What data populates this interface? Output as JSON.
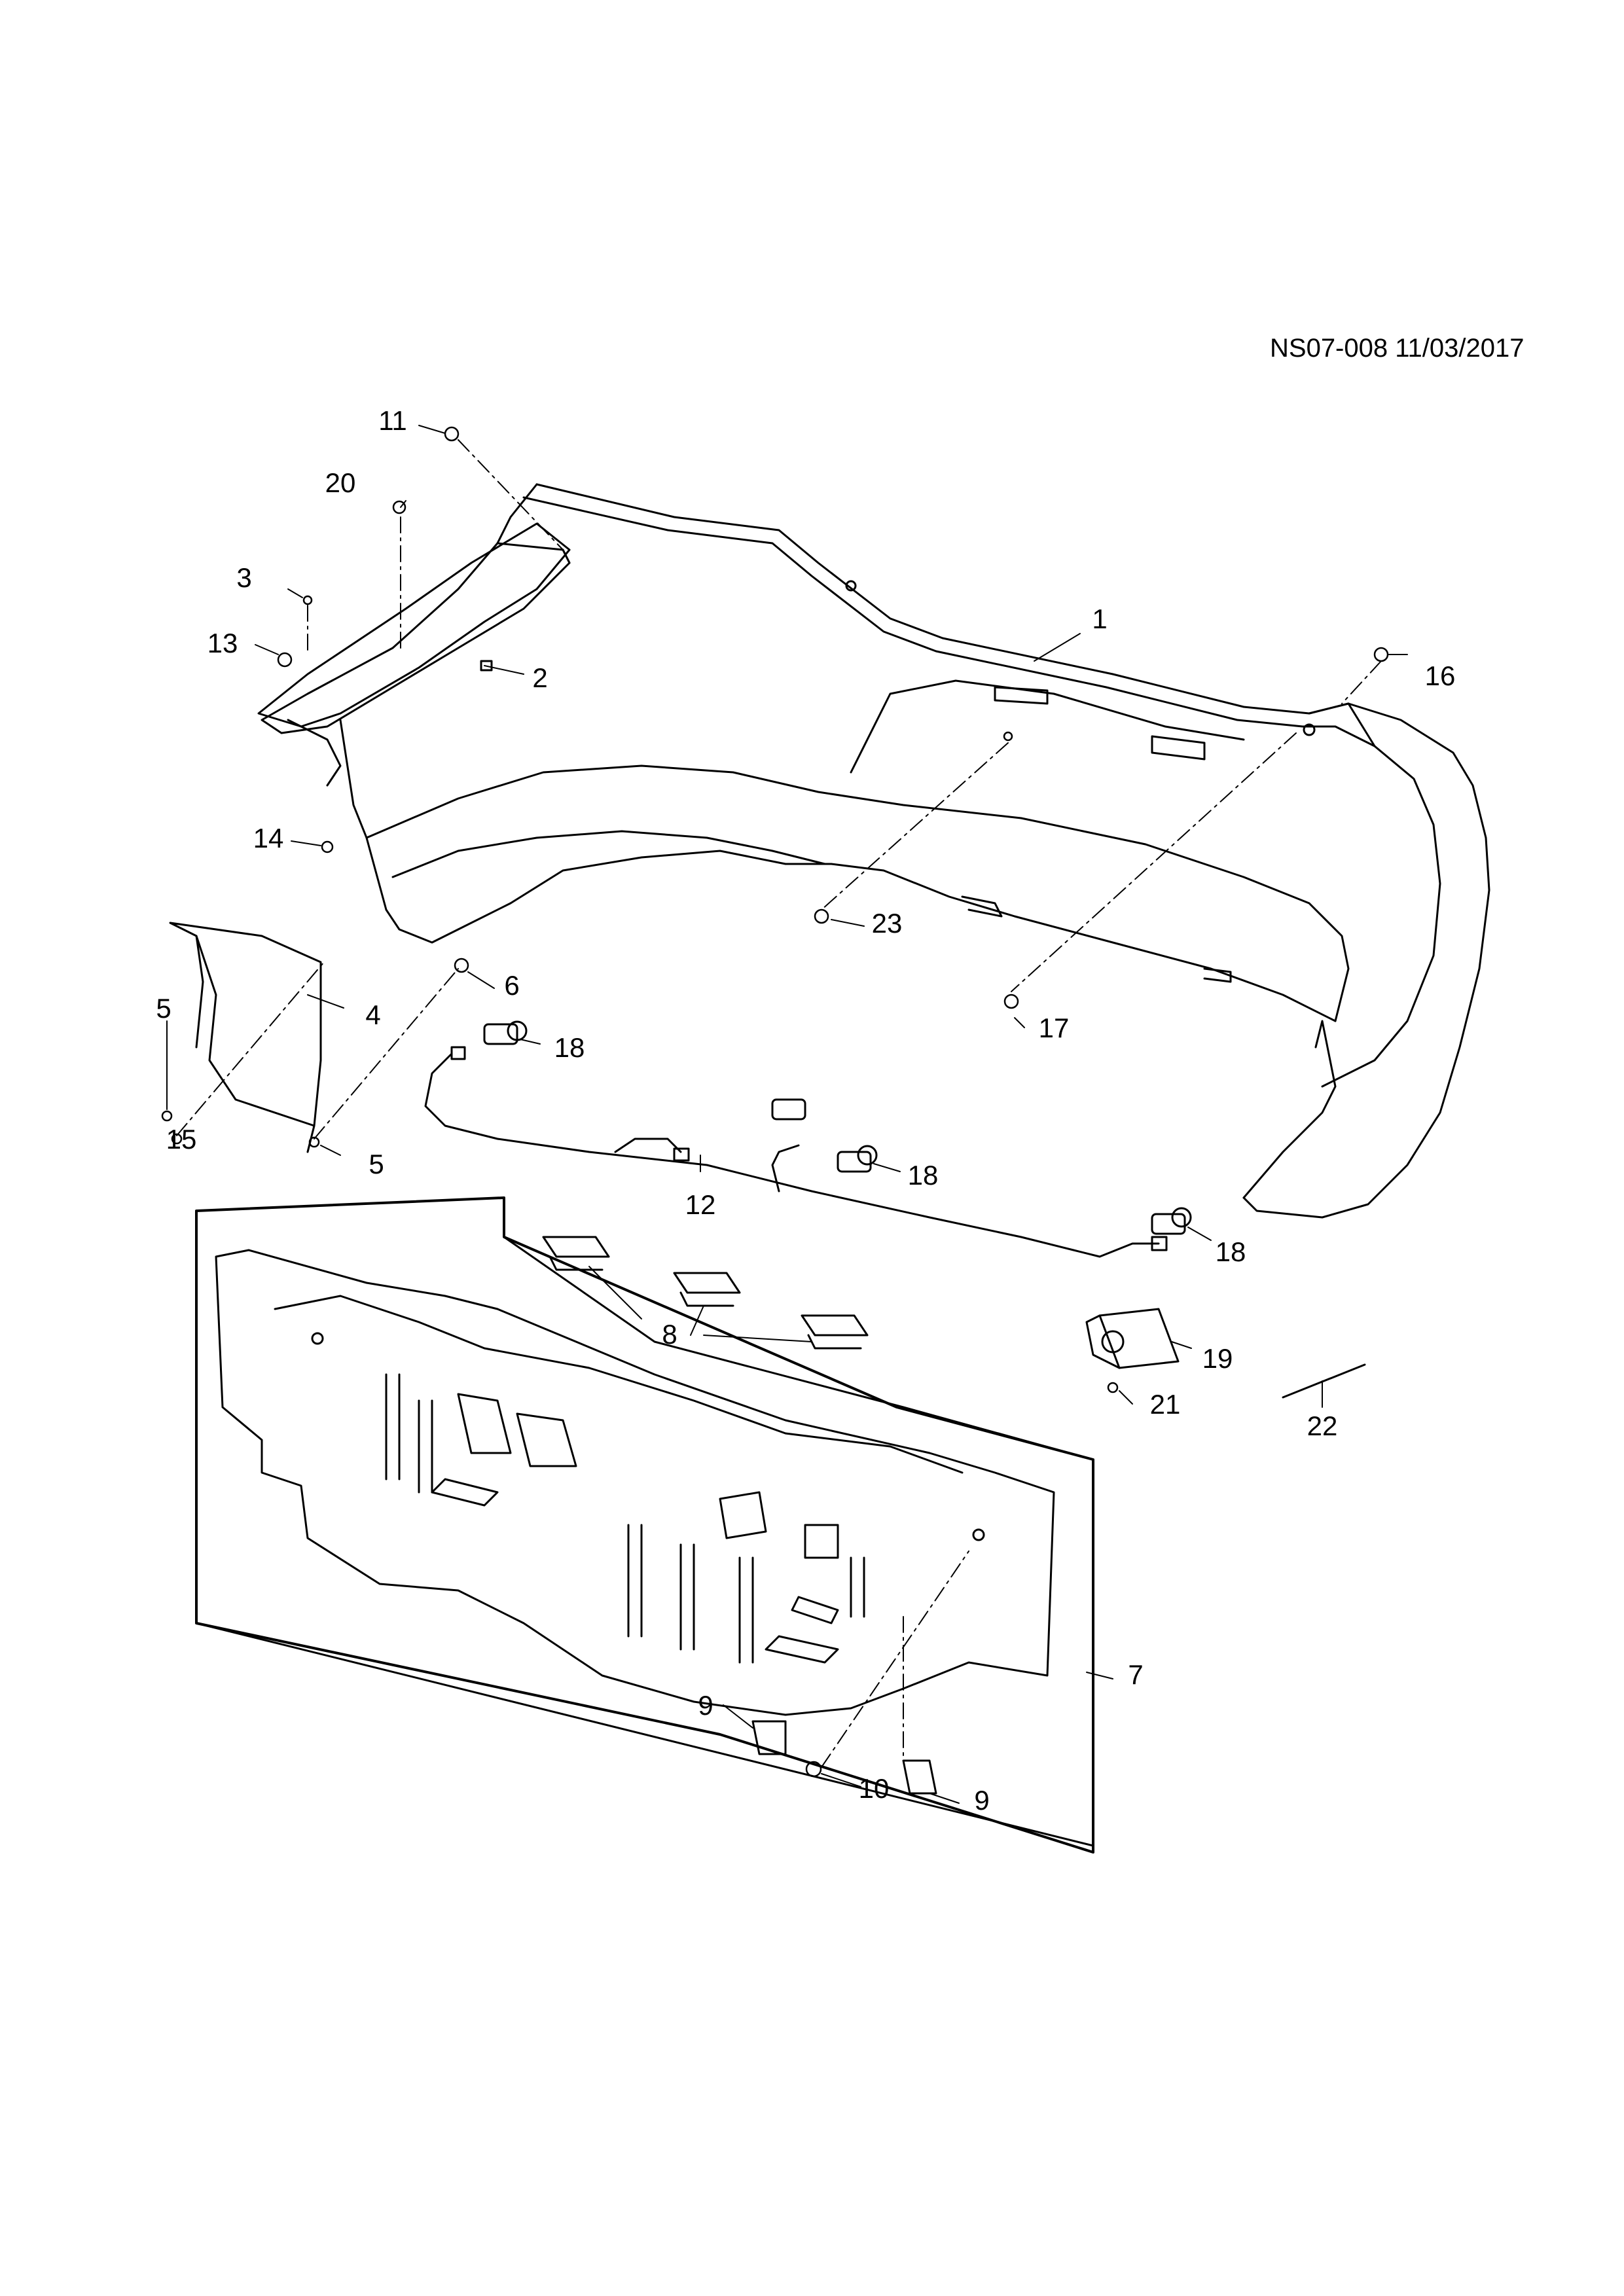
{
  "drawing": {
    "reference": "NS07-008 11/03/2017"
  },
  "callouts": [
    {
      "id": "c1",
      "label": "1",
      "part": "bumper-fascia"
    },
    {
      "id": "c2",
      "label": "2",
      "part": "support-bracket"
    },
    {
      "id": "c3",
      "label": "3",
      "part": "screw"
    },
    {
      "id": "c4",
      "label": "4",
      "part": "side-bracket"
    },
    {
      "id": "c5a",
      "label": "5",
      "part": "screw"
    },
    {
      "id": "c5b",
      "label": "5",
      "part": "screw"
    },
    {
      "id": "c6",
      "label": "6",
      "part": "clip"
    },
    {
      "id": "c7",
      "label": "7",
      "part": "rear-panel"
    },
    {
      "id": "c8",
      "label": "8",
      "part": "sensor-bracket"
    },
    {
      "id": "c9a",
      "label": "9",
      "part": "clip"
    },
    {
      "id": "c9b",
      "label": "9",
      "part": "clip"
    },
    {
      "id": "c10",
      "label": "10",
      "part": "nut"
    },
    {
      "id": "c11",
      "label": "11",
      "part": "nut"
    },
    {
      "id": "c12",
      "label": "12",
      "part": "wiring-harness"
    },
    {
      "id": "c13",
      "label": "13",
      "part": "nut"
    },
    {
      "id": "c14",
      "label": "14",
      "part": "screw"
    },
    {
      "id": "c15",
      "label": "15",
      "part": "screw"
    },
    {
      "id": "c16",
      "label": "16",
      "part": "screw"
    },
    {
      "id": "c17",
      "label": "17",
      "part": "rivet"
    },
    {
      "id": "c18a",
      "label": "18",
      "part": "parking-sensor"
    },
    {
      "id": "c18b",
      "label": "18",
      "part": "parking-sensor"
    },
    {
      "id": "c18c",
      "label": "18",
      "part": "parking-sensor"
    },
    {
      "id": "c19",
      "label": "19",
      "part": "control-module"
    },
    {
      "id": "c20",
      "label": "20",
      "part": "bolt"
    },
    {
      "id": "c21",
      "label": "21",
      "part": "rivet"
    },
    {
      "id": "c22",
      "label": "22",
      "part": "cable-tie"
    },
    {
      "id": "c23",
      "label": "23",
      "part": "nut"
    }
  ],
  "colors": {
    "line": "#000000",
    "background": "#ffffff"
  }
}
